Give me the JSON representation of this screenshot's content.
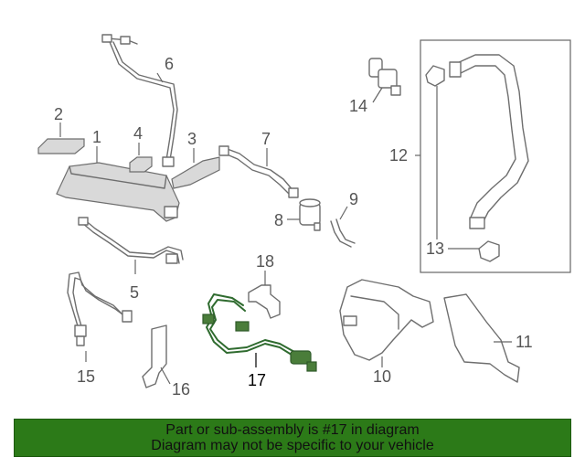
{
  "callouts": {
    "c1": "1",
    "c2": "2",
    "c3": "3",
    "c4": "4",
    "c5": "5",
    "c6": "6",
    "c7": "7",
    "c8": "8",
    "c9": "9",
    "c10": "10",
    "c11": "11",
    "c12": "12",
    "c13": "13",
    "c14": "14",
    "c15": "15",
    "c16": "16",
    "c17": "17",
    "c18": "18"
  },
  "highlighted_part": "17",
  "banner": {
    "line1": "Part or sub-assembly is #17 in diagram",
    "line2": "Diagram may not be specific to your vehicle"
  },
  "colors": {
    "banner_bg": "#2c7a18",
    "highlight": "#2f6b2f"
  }
}
